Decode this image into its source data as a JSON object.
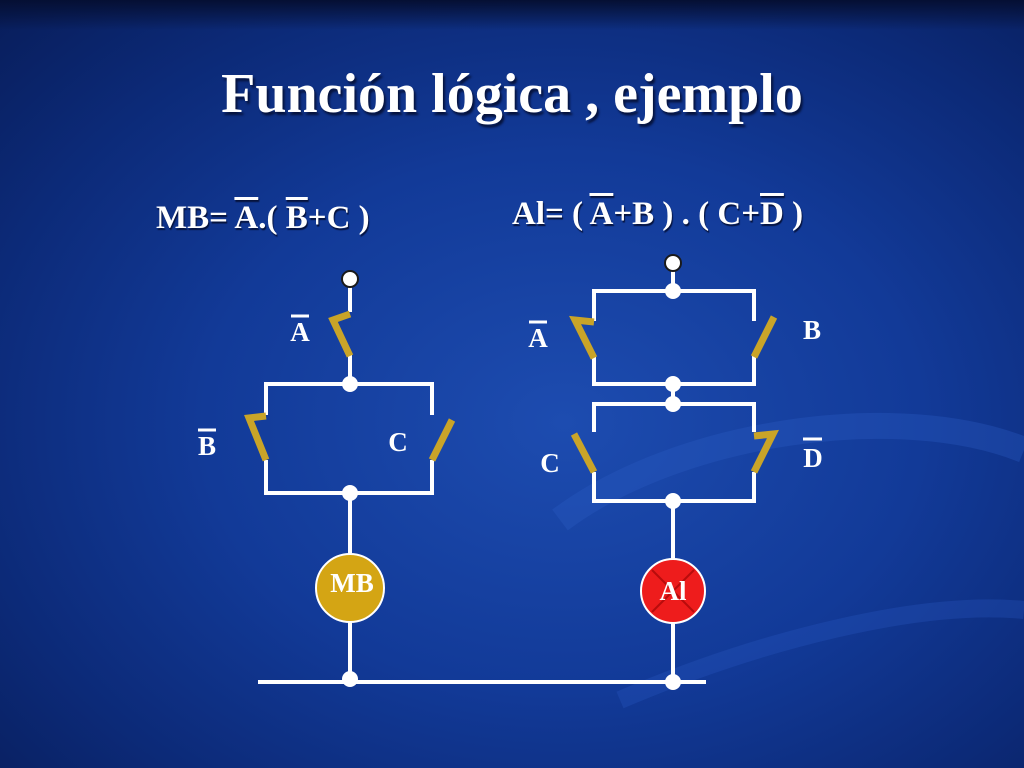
{
  "title": "Función lógica , ejemplo",
  "formulas": {
    "mb": {
      "p1": "MB= ",
      "p2": "A",
      "p3": ".( ",
      "p4": "B",
      "p5": "+C )"
    },
    "al": {
      "p1": "Al= ( ",
      "p2": "A",
      "p3": "+B ) . (  C+",
      "p4": "D",
      "p5": " )"
    }
  },
  "circuit_mb": {
    "switch_top": "A",
    "switch_left": "B",
    "switch_right": "C",
    "load": "MB",
    "load_color": "#d4a514",
    "inverted": [
      "A",
      "B"
    ]
  },
  "circuit_al": {
    "switch_1": "A",
    "switch_2": "B",
    "switch_3": "C",
    "switch_4": "D",
    "load": "Al",
    "load_color": "#ee1c1c",
    "inverted": [
      "A",
      "D"
    ]
  },
  "colors": {
    "wire": "#ffffff",
    "switch": "#c9a428",
    "background": "#123a98"
  }
}
